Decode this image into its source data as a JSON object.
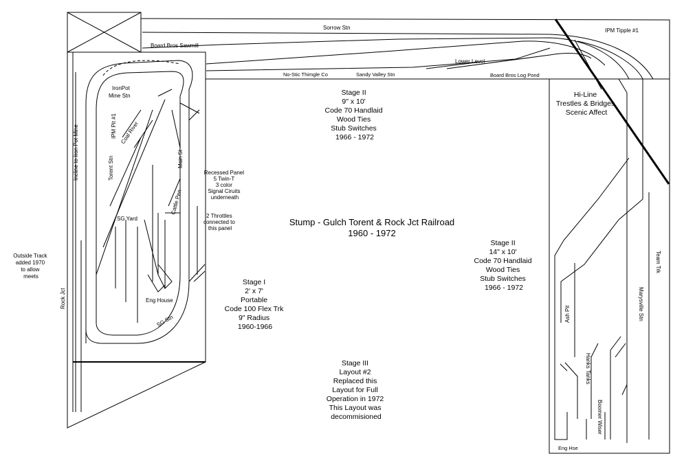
{
  "diagram": {
    "title": "Stump - Gulch Torent & Rock Jct Railroad",
    "years": "1960 - 1972",
    "labels": {
      "sorrow": "Sorrow Stn",
      "ipm_tipple": "IPM Tipple #1",
      "sawmill": "Board Bros Sawmill",
      "lower_level": "Lower Level",
      "thimgle": "No-Stic Thimgle Co",
      "sandy_valley": "Sandy Valley Stn",
      "log_pond": "Board Bros Log Pond",
      "ironpot_1": "IronPot",
      "ironpot_2": "Mine Stn",
      "ipm_pit": "IPM Pit #1",
      "coal_river": "Coal River",
      "incline": "Incline to Iron Pot Mine",
      "main_st": "Main St",
      "torent_stn": "Torent Stn",
      "cattle_pen": "Cattle Pen",
      "sg_yard": "SG Yard",
      "eng_house": "Eng House",
      "sg_stn": "SG Stn",
      "rock_jct": "Rock Jct",
      "ash_pit": "Ash Pit",
      "team_trk": "Team Trk",
      "marysville": "Marysville Stn",
      "hanks_tanks": "Hanks Tanks",
      "boomer": "Boomer Wiser",
      "eng_hse": "Eng Hse"
    },
    "notes": {
      "panel": [
        "Recessed Panel",
        "5 Twin-T",
        "3 color",
        "Signal Ciruits",
        "underneath"
      ],
      "throttles": [
        "2 Throttles",
        "connected to",
        "this panel"
      ],
      "outside": [
        "Outside Track",
        "added 1970",
        "to allow",
        "meets"
      ],
      "hiline": [
        "Hi-Line",
        "Trestles & Bridges",
        "Scenic Affect"
      ]
    },
    "stages": {
      "stage1": [
        "Stage I",
        "2' x 7'",
        "Portable",
        "Code 100 Flex Trk",
        "9\" Radius",
        "1960-1966"
      ],
      "stage2_top": [
        "Stage II",
        "9\" x 10'",
        "Code 70 Handlaid",
        "Wood Ties",
        "Stub Switches",
        "1966 - 1972"
      ],
      "stage2_right": [
        "Stage II",
        "14\" x 10'",
        "Code 70 Handlaid",
        "Wood Ties",
        "Stub Switches",
        "1966 - 1972"
      ],
      "stage3": [
        "Stage III",
        "Layout #2",
        "Replaced this",
        "Layout for Full",
        "Operation in 1972",
        "This Layout was",
        "decommisioned"
      ]
    }
  }
}
